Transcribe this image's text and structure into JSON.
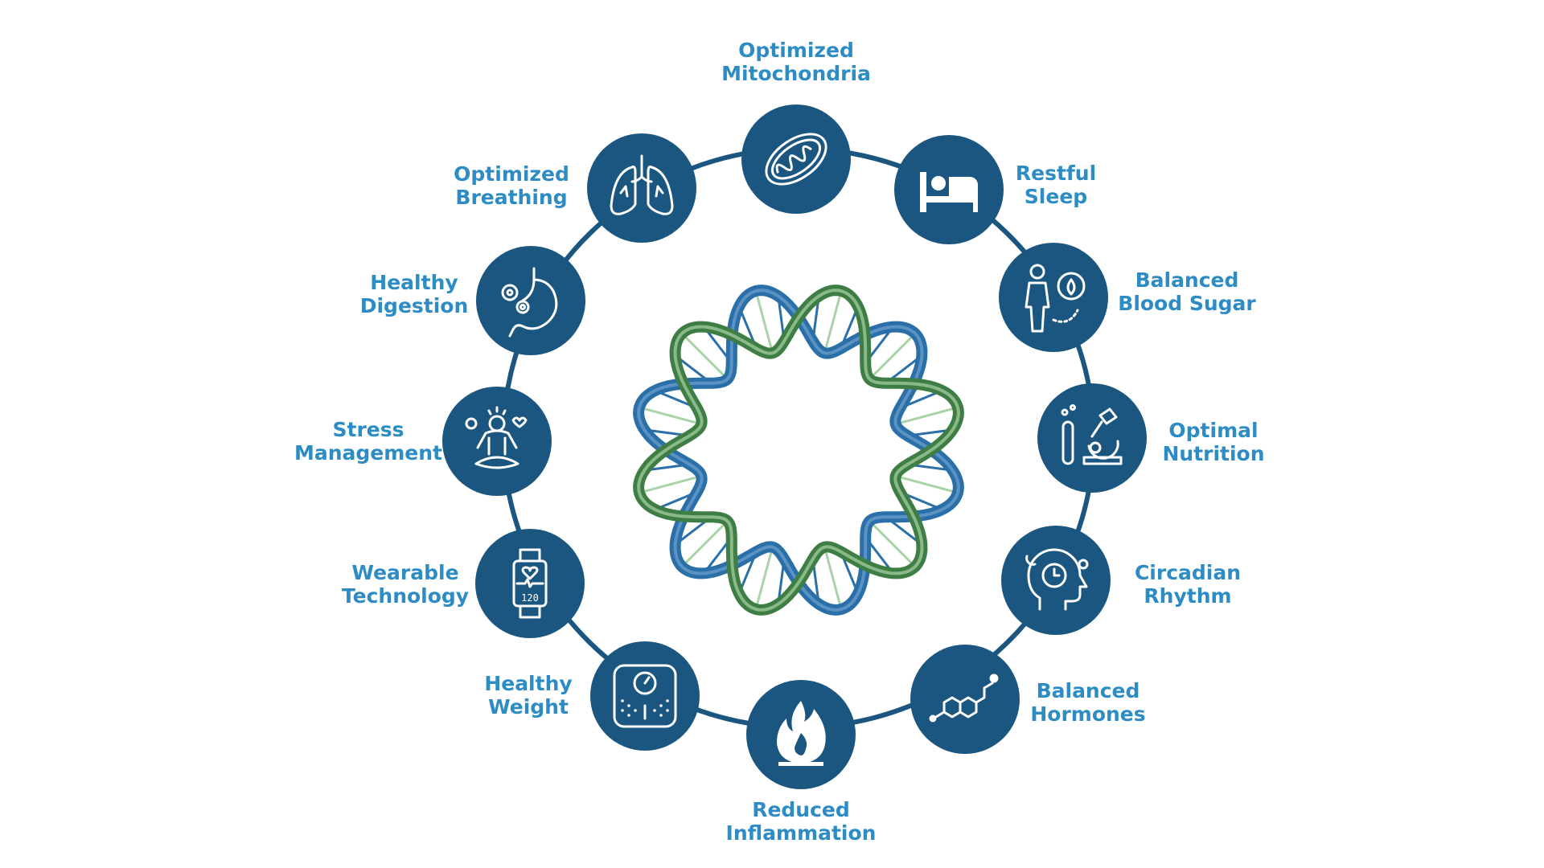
{
  "colors": {
    "node_fill": "#1b5680",
    "ring_line": "#1b5680",
    "label_text": "#2e8cc4",
    "dna_blue": "#2b6fa8",
    "dna_green_dark": "#3e7d43",
    "dna_green_light": "#a9d3a6"
  },
  "nodes": [
    {
      "id": "mitochondria",
      "icon": "mitochondria-icon",
      "lines": [
        "Optimized",
        "Mitochondria"
      ]
    },
    {
      "id": "sleep",
      "icon": "bed-icon",
      "lines": [
        "Restful",
        "Sleep"
      ]
    },
    {
      "id": "blood-sugar",
      "icon": "person-metabolism-icon",
      "lines": [
        "Balanced",
        "Blood Sugar"
      ]
    },
    {
      "id": "nutrition",
      "icon": "microscope-icon",
      "lines": [
        "Optimal",
        "Nutrition"
      ]
    },
    {
      "id": "circadian",
      "icon": "head-clock-icon",
      "lines": [
        "Circadian",
        "Rhythm"
      ]
    },
    {
      "id": "hormones",
      "icon": "molecule-icon",
      "lines": [
        "Balanced",
        "Hormones"
      ]
    },
    {
      "id": "inflammation",
      "icon": "flame-icon",
      "lines": [
        "Reduced",
        "Inflammation"
      ]
    },
    {
      "id": "weight",
      "icon": "scale-icon",
      "lines": [
        "Healthy",
        "Weight"
      ]
    },
    {
      "id": "wearable",
      "icon": "smartwatch-icon",
      "lines": [
        "Wearable",
        "Technology"
      ]
    },
    {
      "id": "stress",
      "icon": "meditation-icon",
      "lines": [
        "Stress",
        "Management"
      ]
    },
    {
      "id": "digestion",
      "icon": "stomach-icon",
      "lines": [
        "Healthy",
        "Digestion"
      ]
    },
    {
      "id": "breathing",
      "icon": "lungs-icon",
      "lines": [
        "Optimized",
        "Breathing"
      ]
    }
  ],
  "watch_reading": "120"
}
